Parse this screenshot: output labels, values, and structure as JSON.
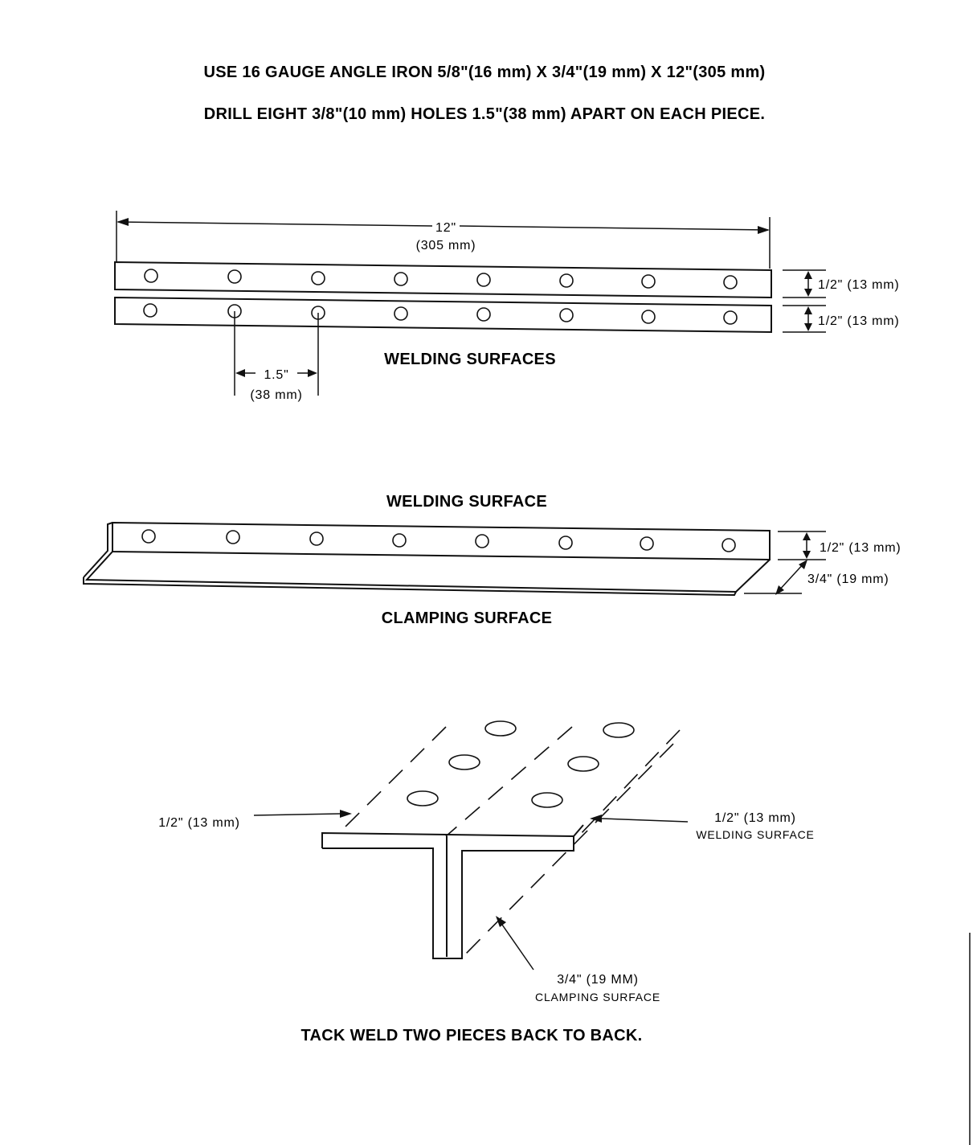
{
  "header": {
    "line1": "USE 16 GAUGE ANGLE IRON 5/8\"(16 mm) X 3/4\"(19 mm) X 12\"(305 mm)",
    "line2": "DRILL EIGHT 3/8\"(10 mm) HOLES 1.5\"(38 mm) APART ON EACH PIECE."
  },
  "figure1": {
    "length_label": "12\"",
    "length_metric": "(305 mm)",
    "strip_height_label_top": "1/2\" (13 mm)",
    "strip_height_label_bottom": "1/2\" (13 mm)",
    "spacing_label": "1.5\"",
    "spacing_metric": "(38 mm)",
    "caption": "WELDING SURFACES"
  },
  "figure2": {
    "title": "WELDING SURFACE",
    "height_label": "1/2\" (13 mm)",
    "depth_label": "3/4\" (19 mm)",
    "caption": "CLAMPING SURFACE"
  },
  "figure3": {
    "left_label": "1/2\" (13 mm)",
    "right_label_1": "1/2\" (13 mm)",
    "right_label_2": "WELDING SURFACE",
    "bottom_label_1": "3/4\" (19 MM)",
    "bottom_label_2": "CLAMPING SURFACE",
    "caption": "TACK WELD TWO PIECES BACK TO BACK."
  }
}
